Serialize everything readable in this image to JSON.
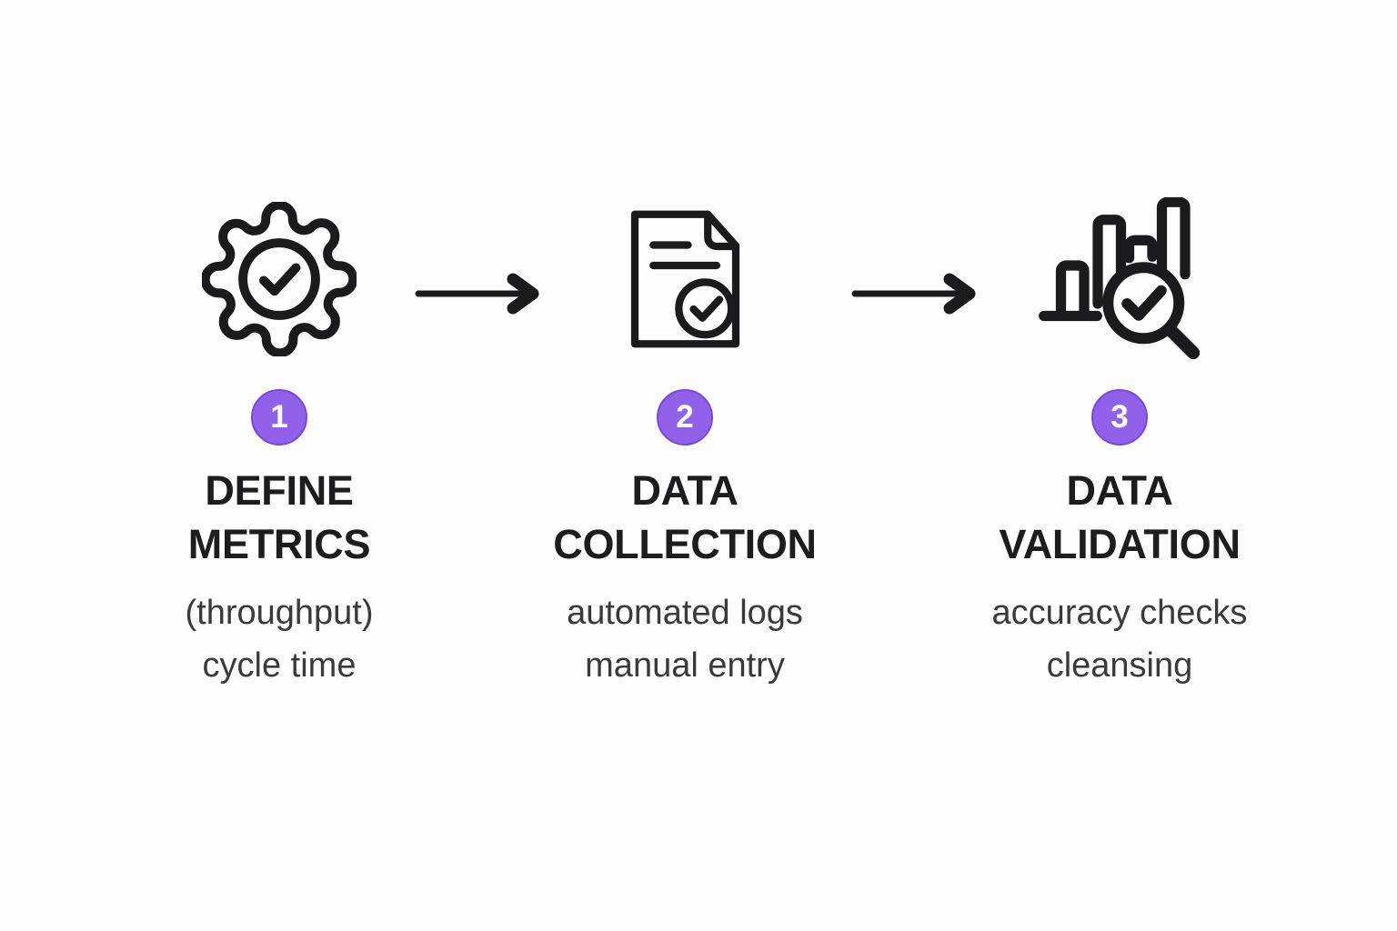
{
  "diagram": {
    "type": "process-flow",
    "direction": "left-to-right",
    "colors": {
      "background": "#fdfdfd",
      "icon_stroke": "#1b1b1d",
      "title_text": "#1d1d1f",
      "subtitle_text": "#3a3a3c",
      "badge_fill": "#9161e9",
      "badge_border": "#7c47d9",
      "badge_number_text": "#ffffff"
    },
    "steps": [
      {
        "number": "1",
        "icon": "gear-check-icon",
        "title_line1": "DEFINE",
        "title_line2": "METRICS",
        "subtitle_line1": "(throughput)",
        "subtitle_line2": "cycle time"
      },
      {
        "number": "2",
        "icon": "document-check-icon",
        "title_line1": "DATA",
        "title_line2": "COLLECTION",
        "subtitle_line1": "automated logs",
        "subtitle_line2": "manual entry"
      },
      {
        "number": "3",
        "icon": "chart-magnifier-check-icon",
        "title_line1": "DATA",
        "title_line2": "VALIDATION",
        "subtitle_line1": "accuracy checks",
        "subtitle_line2": "cleansing"
      }
    ],
    "connectors": [
      {
        "from": "1",
        "to": "2",
        "style": "arrow-right"
      },
      {
        "from": "2",
        "to": "3",
        "style": "arrow-right"
      }
    ]
  }
}
